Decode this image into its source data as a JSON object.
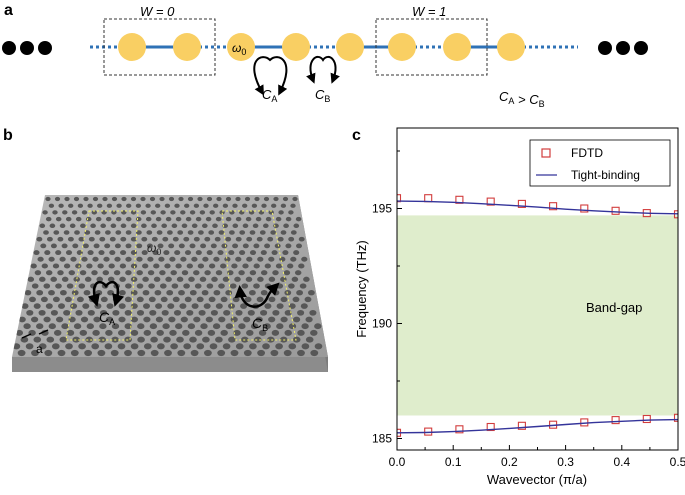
{
  "panel_a": {
    "label": "a",
    "box_left_label": "W = 0",
    "box_right_label": "W = 1",
    "omega0": "ω0",
    "ca_label": "CA",
    "cb_label": "CB",
    "relation": "CA > CB",
    "colors": {
      "resonator": "#f9cf63",
      "line": "#2f72b6",
      "dot": "#000000"
    }
  },
  "panel_b": {
    "label": "b",
    "omega0": "ω0",
    "ca_label": "CA",
    "cb_label": "CB",
    "lattice_label": "a",
    "colors": {
      "slab_top": "#a7a7a7",
      "slab_side": "#8c8c8c",
      "hole": "#575757",
      "box": "#f3f06a"
    }
  },
  "panel_c": {
    "label": "c"
  },
  "chart_data": {
    "type": "line",
    "xlabel": "Wavevector (π/a)",
    "ylabel": "Frequency (THz)",
    "xlim": [
      0,
      0.5
    ],
    "ylim": [
      184.5,
      198.5
    ],
    "xticks": [
      "0.0",
      "0.1",
      "0.2",
      "0.3",
      "0.4",
      "0.5"
    ],
    "yticks": [
      "185",
      "190",
      "195"
    ],
    "band_gap": {
      "label": "Band-gap",
      "y0": 186.0,
      "y1": 194.7,
      "color": "#dfedcc"
    },
    "legend": {
      "position": "top-right"
    },
    "series": [
      {
        "name": "FDTD",
        "kind": "markers",
        "color": "#d23c3c",
        "x": [
          0,
          0.0556,
          0.1111,
          0.1667,
          0.2222,
          0.2778,
          0.3333,
          0.3889,
          0.4444,
          0.5
        ],
        "upper": [
          195.45,
          195.45,
          195.38,
          195.3,
          195.2,
          195.1,
          195.0,
          194.9,
          194.8,
          194.75
        ],
        "lower": [
          185.25,
          185.3,
          185.4,
          185.5,
          185.55,
          185.6,
          185.7,
          185.8,
          185.85,
          185.9
        ]
      },
      {
        "name": "Tight-binding",
        "kind": "line",
        "color": "#34349a",
        "x": [
          0,
          0.05,
          0.1,
          0.15,
          0.2,
          0.25,
          0.3,
          0.35,
          0.4,
          0.45,
          0.5
        ],
        "upper": [
          195.32,
          195.31,
          195.27,
          195.21,
          195.14,
          195.06,
          194.97,
          194.9,
          194.84,
          194.79,
          194.77
        ],
        "lower": [
          185.25,
          185.26,
          185.3,
          185.36,
          185.44,
          185.52,
          185.61,
          185.69,
          185.75,
          185.8,
          185.82
        ]
      }
    ]
  }
}
